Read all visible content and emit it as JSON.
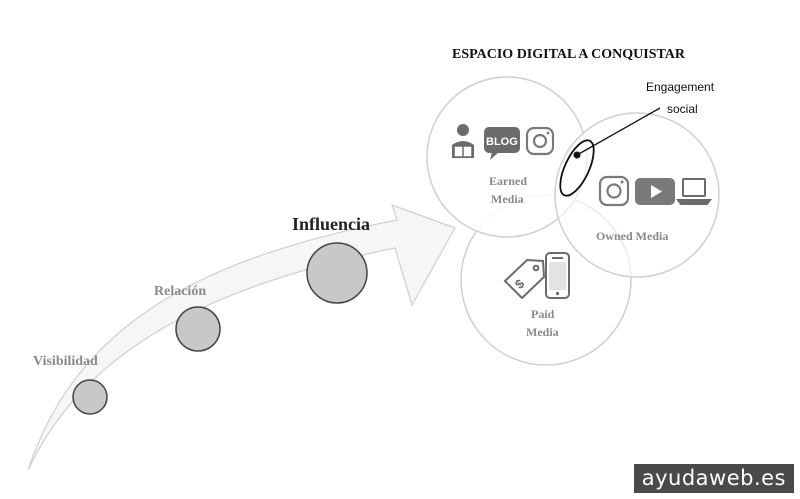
{
  "title": "ESPACIO DIGITAL A CONQUISTAR",
  "stages": [
    {
      "label": "Visibilidad"
    },
    {
      "label": "Relación"
    },
    {
      "label": "Influencia"
    }
  ],
  "circles": {
    "earned": {
      "line1": "Earned",
      "line2": "Media",
      "icons": [
        "reader-icon",
        "blog-icon",
        "instagram-icon"
      ]
    },
    "owned": {
      "label": "Owned Media",
      "icons": [
        "instagram-icon",
        "youtube-icon",
        "laptop-icon"
      ]
    },
    "paid": {
      "line1": "Paid",
      "line2": "Media",
      "icons": [
        "price-tag-icon",
        "smartphone-icon"
      ]
    }
  },
  "callout": {
    "line1": "Engagement",
    "line2": "social"
  },
  "blog_label": "BLOG",
  "watermark": "ayudaweb.es",
  "colors": {
    "circle_fill": "#c8c8c8",
    "circle_stroke": "#444444",
    "venn_stroke": "#d0d0d0",
    "text_gray": "#8a8a8a",
    "icon_gray": "#6b6b6b",
    "arrow_fill": "#f6f6f6"
  }
}
